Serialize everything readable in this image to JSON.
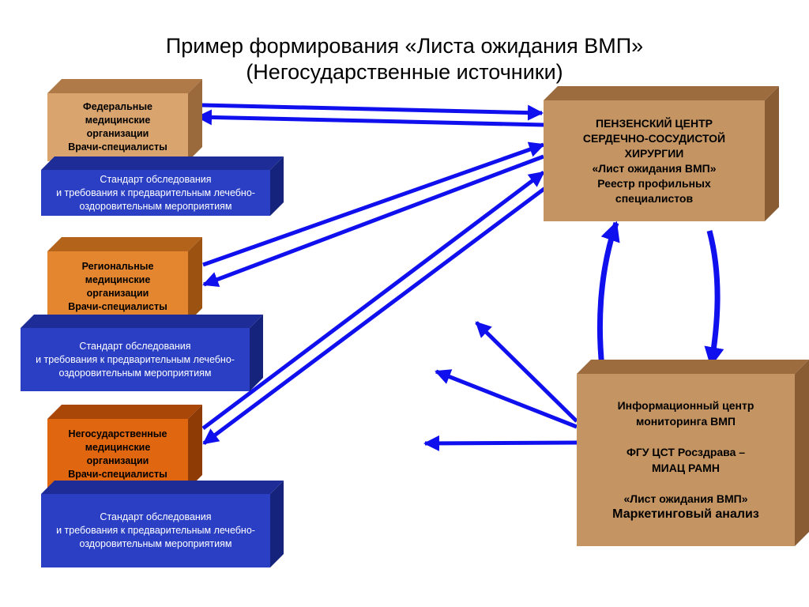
{
  "title": {
    "line1": "Пример формирования «Листа ожидания ВМП»",
    "line2": "(Негосударственные источники)"
  },
  "orgs": [
    {
      "lines": [
        "Федеральные",
        "медицинские",
        "организации",
        "Врачи-специалисты"
      ],
      "color": "#d9a46e"
    },
    {
      "lines": [
        "Региональные",
        "медицинские",
        "организации",
        "Врачи-специалисты"
      ],
      "color": "#e3862f"
    },
    {
      "lines": [
        "Негосударственные",
        "медицинские",
        "организации",
        "Врачи-специалисты"
      ],
      "color": "#e0660f"
    }
  ],
  "standard": {
    "lines": [
      "Стандарт обследования",
      "и требования к предварительным лечебно-",
      "оздоровительным мероприятиям"
    ],
    "color": "#2a3fc4"
  },
  "center": {
    "lines": [
      "ПЕНЗЕНСКИЙ ЦЕНТР",
      "СЕРДЕЧНО-СОСУДИСТОЙ",
      "ХИРУРГИИ",
      "«Лист ожидания ВМП»",
      "Реестр профильных",
      "специалистов"
    ],
    "color": "#c49463"
  },
  "info": {
    "line1": "Информационный центр",
    "line2": "мониторинга ВМП",
    "line3": "ФГУ ЦСТ Росздрава –",
    "line4": "МИАЦ РАМН",
    "line5": "«Лист ожидания ВМП»",
    "line6": "Маркетинговый анализ",
    "color": "#c49463"
  },
  "arrow_color": "#1010ee"
}
